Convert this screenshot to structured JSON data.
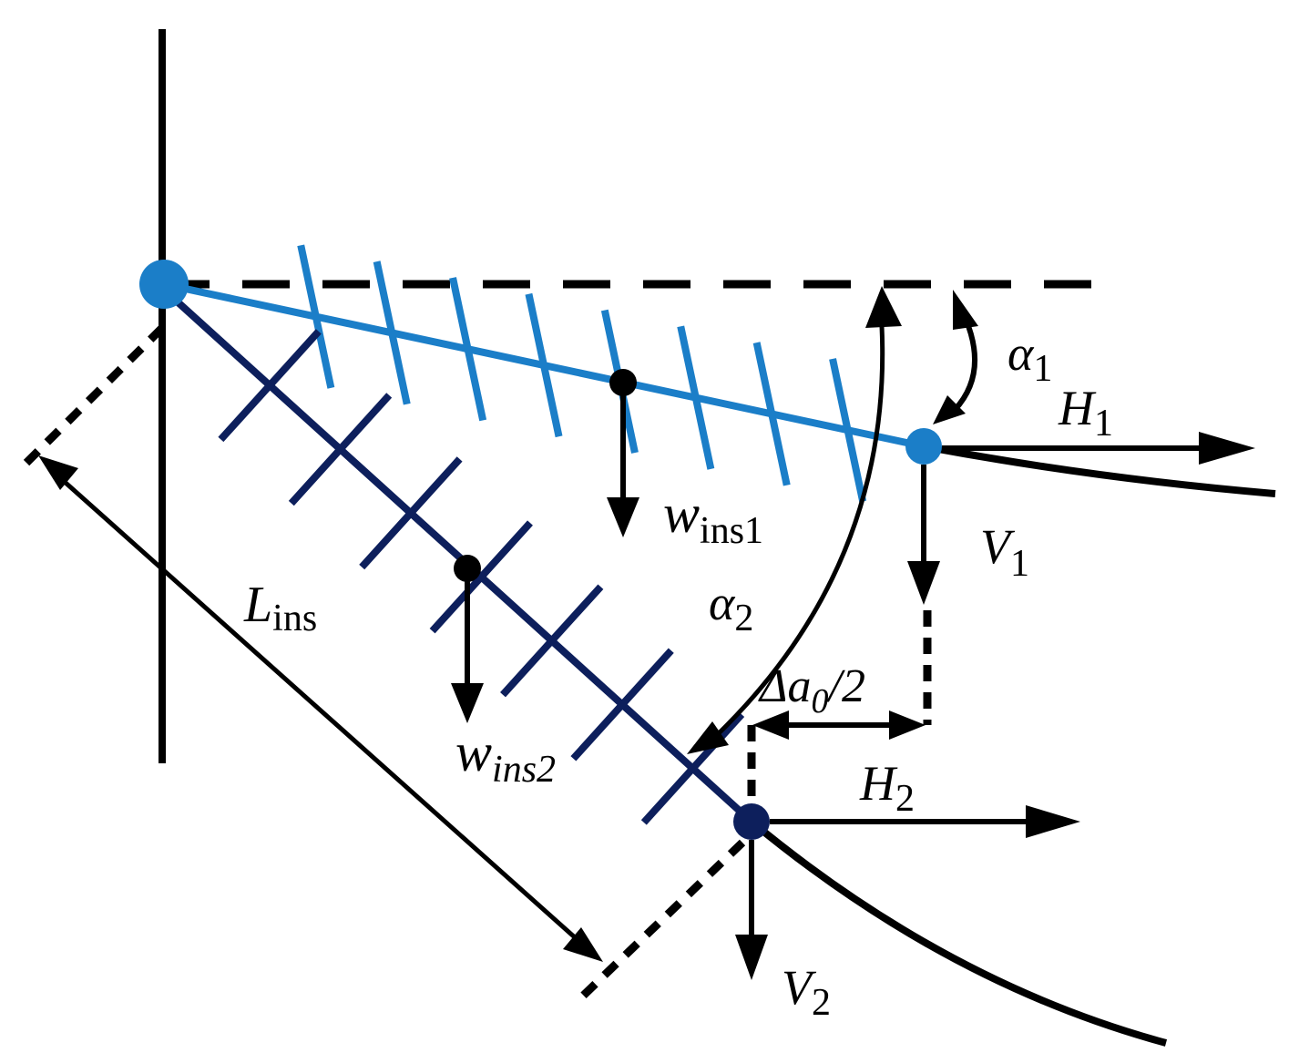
{
  "colors": {
    "line": "#000000",
    "insulator_1": "#1b7ec8",
    "insulator_2": "#0d1f5c",
    "background": "#ffffff"
  },
  "labels": {
    "alpha1": {
      "main": "α",
      "sub": "1"
    },
    "H1": {
      "main": "H",
      "sub": "1"
    },
    "V1": {
      "main": "V",
      "sub": "1"
    },
    "w_ins1": {
      "main": "w",
      "sub": "ins1"
    },
    "alpha2": {
      "main": "α",
      "sub": "2"
    },
    "L_ins": {
      "main": "L",
      "sub": "ins"
    },
    "w_ins2": {
      "main": "w",
      "sub": "ins2"
    },
    "delta_a0": {
      "main": "Δa",
      "sub": "0",
      "tail": "/2"
    },
    "H2": {
      "main": "H",
      "sub": "2"
    },
    "V2": {
      "main": "V",
      "sub": "2"
    }
  }
}
